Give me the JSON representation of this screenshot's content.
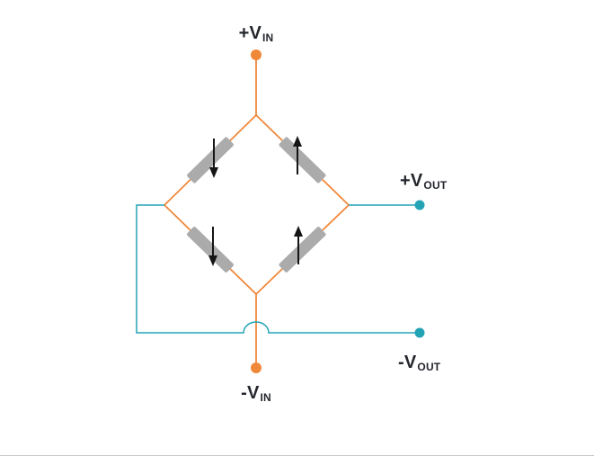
{
  "diagram": {
    "labels": {
      "vin_pos": {
        "text": "+V",
        "sub": "IN"
      },
      "vin_neg": {
        "text": "-V",
        "sub": "IN"
      },
      "vout_pos": {
        "text": "+V",
        "sub": "OUT"
      },
      "vout_neg": {
        "text": "-V",
        "sub": "OUT"
      }
    },
    "colors": {
      "excitation_wire": "#f0883a",
      "output_wire": "#24a3b5",
      "strain_gauge": "#ababab",
      "arrow": "#151515"
    }
  }
}
